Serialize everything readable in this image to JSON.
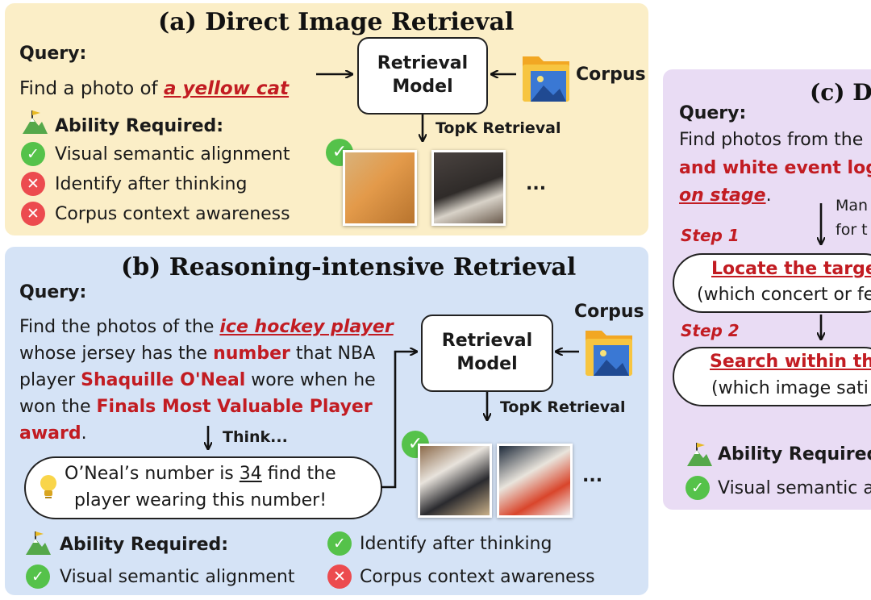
{
  "panel_a": {
    "title": "(a) Direct Image Retrieval",
    "query_label": "Query:",
    "query_prefix": "Find a photo of ",
    "query_highlight": "a yellow cat",
    "model_line1": "Retrieval",
    "model_line2": "Model",
    "corpus_label": "Corpus",
    "topk_label": "TopK Retrieval",
    "ability_label": "Ability Required:",
    "abilities": [
      {
        "text": "Visual semantic alignment",
        "status": "check"
      },
      {
        "text": "Identify after thinking",
        "status": "cross"
      },
      {
        "text": "Corpus context awareness",
        "status": "cross"
      }
    ],
    "ellipsis": "..."
  },
  "panel_b": {
    "title": "(b) Reasoning-intensive Retrieval",
    "query_label": "Query:",
    "q_l1_prefix": "Find the photos of the ",
    "q_l1_highlight": "ice hockey player",
    "q_l2_prefix": "whose jersey has the ",
    "q_l2_highlight": "number",
    "q_l2_suffix": " that NBA",
    "q_l3_prefix": "player ",
    "q_l3_highlight": "Shaquille O'Neal",
    "q_l3_suffix": " wore when he",
    "q_l4_prefix": "won the ",
    "q_l4_highlight": "Finals Most Valuable Player",
    "q_l5_highlight": "award",
    "q_l5_suffix": ".",
    "think_label": "Think...",
    "thought_l1_prefix": "O’Neal’s number is ",
    "thought_number": "34",
    "thought_l1_suffix": " find the",
    "thought_l2": "player wearing this number!",
    "model_line1": "Retrieval",
    "model_line2": "Model",
    "corpus_label": "Corpus",
    "topk_label": "TopK Retrieval",
    "ability_label": "Ability Required:",
    "abilities": [
      {
        "text": "Identify after thinking",
        "status": "check"
      },
      {
        "text": "Visual semantic alignment",
        "status": "check"
      },
      {
        "text": "Corpus context awareness",
        "status": "cross"
      }
    ],
    "ellipsis": "..."
  },
  "panel_c": {
    "title": "(c) D",
    "query_label": "Query:",
    "q_l1": "Find photos from the",
    "q_l2": "and white event logo",
    "q_l3": "on stage",
    "q_l3_suffix": ".",
    "side_l1": "Man",
    "side_l2": "for t",
    "step1_label": "Step 1",
    "step1_title": "Locate the target",
    "step1_sub": "(which concert or fe",
    "step2_label": "Step 2",
    "step2_title": "Search within the",
    "step2_sub": "(which image sati",
    "ability_label": "Ability Required:",
    "ability1": "Visual semantic a"
  },
  "colors": {
    "panel_a": "#fbeec7",
    "panel_b": "#d5e3f6",
    "panel_c": "#e9dcf4",
    "highlight_red": "#c21c22",
    "check_green": "#55c24a",
    "cross_red": "#ec4b4f"
  }
}
